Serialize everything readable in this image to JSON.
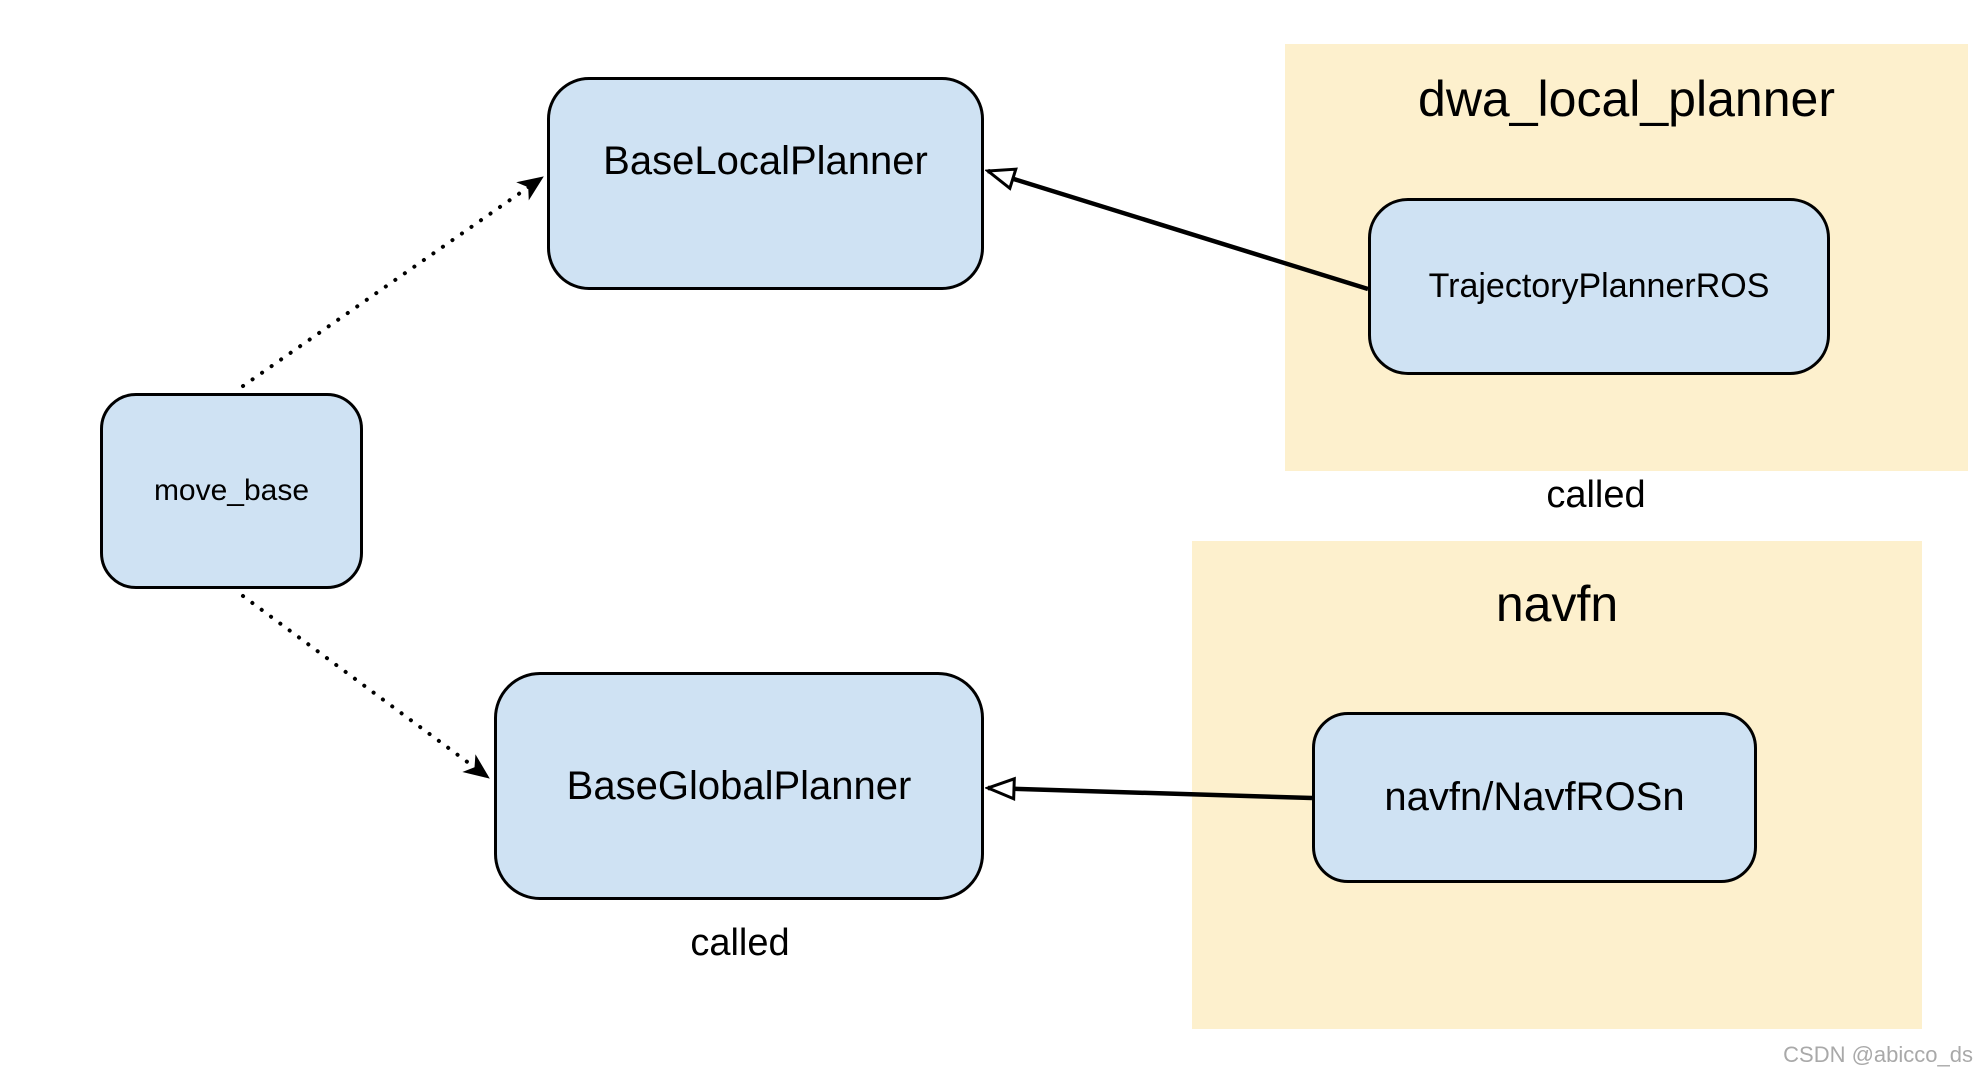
{
  "diagram": {
    "nodes": {
      "move_base": {
        "label": "move_base"
      },
      "base_local_planner": {
        "label": "BaseLocalPlanner"
      },
      "base_global_planner": {
        "label": "BaseGlobalPlanner"
      },
      "trajectory_planner_ros": {
        "label": "TrajectoryPlannerROS"
      },
      "navfn_ros": {
        "label": "navfn/NavfROSn"
      }
    },
    "groups": {
      "dwa_local_planner": {
        "title": "dwa_local_planner"
      },
      "navfn": {
        "title": "navfn"
      }
    },
    "edge_labels": {
      "dwa_called": "called",
      "global_called": "called"
    },
    "colors": {
      "node_fill": "#cfe2f3",
      "group_fill": "#fdf0cd",
      "stroke": "#000000",
      "watermark_text": "#a9a9a9"
    }
  },
  "watermark": "CSDN @abicco_ds"
}
